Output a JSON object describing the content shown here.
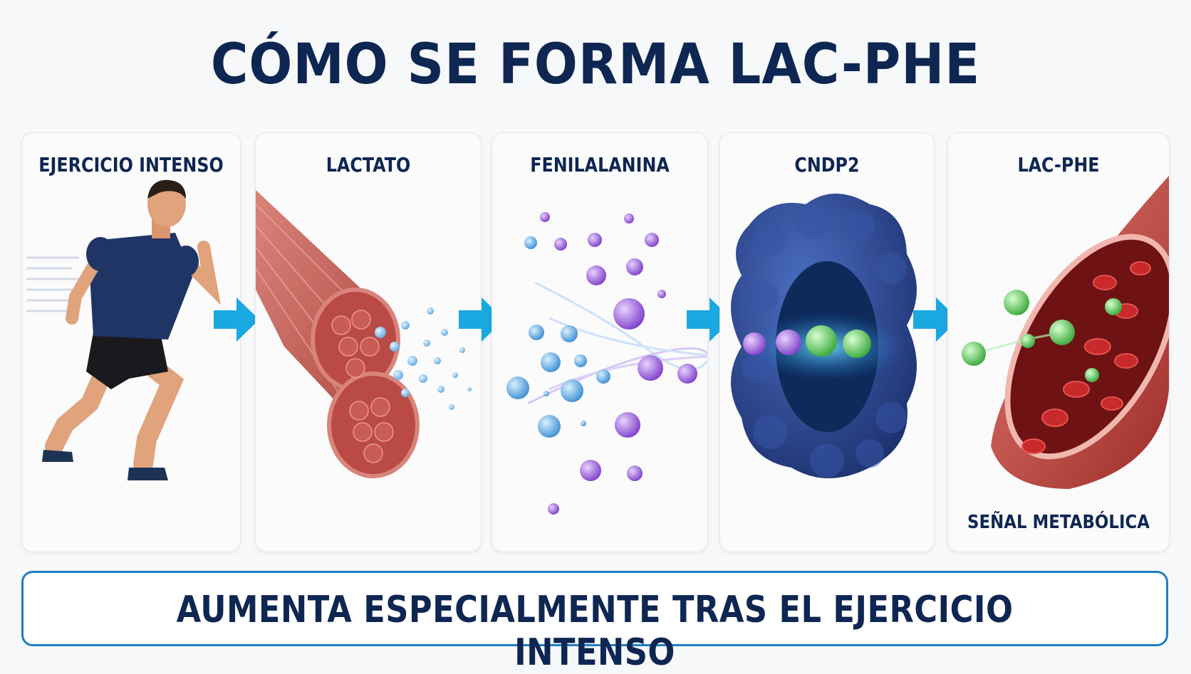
{
  "title": "CÓMO SE FORMA LAC-PHE",
  "steps": [
    {
      "label": "EJERCICIO INTENSO",
      "icon": "runner-icon"
    },
    {
      "label": "LACTATO",
      "icon": "muscle-fiber-icon"
    },
    {
      "label": "FENILALANINA",
      "icon": "amino-acid-molecules-icon"
    },
    {
      "label": "CNDP2",
      "icon": "enzyme-icon"
    },
    {
      "label": "LAC-PHE",
      "sublabel": "SEÑAL METABÓLICA",
      "icon": "blood-vessel-icon"
    }
  ],
  "footer": "AUMENTA ESPECIALMENTE TRAS EL EJERCICIO INTENSO",
  "colors": {
    "title": "#0e2652",
    "arrow": "#1aa8e0",
    "footer_border": "#1c7fc4",
    "lactate": "#6fb8ea",
    "phenylalanine": "#8b4fd1",
    "lac_phe": "#4fbf4a",
    "enzyme": "#2b4a9a",
    "muscle": "#c9574f"
  }
}
